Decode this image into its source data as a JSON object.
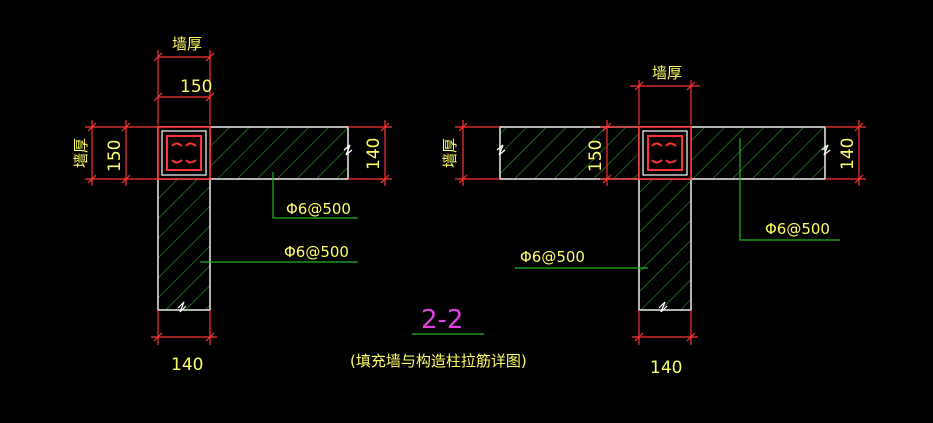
{
  "colors": {
    "background": "#000000",
    "dimension": "#ff3333",
    "wall_outline": "#ffffff",
    "hatch": "#2e9e2e",
    "leader": "#1fb81f",
    "text": "#ffff66",
    "title": "#e040e0",
    "column_rebar": "#ffffff"
  },
  "left_detail": {
    "wall_thickness_label": "墙厚",
    "column_width": "150",
    "side_label": "墙厚",
    "side_dim": "150",
    "right_dim": "140",
    "bottom_dim": "140",
    "rebar_top": "Φ6@500",
    "rebar_bottom": "Φ6@500"
  },
  "right_detail": {
    "wall_thickness_label": "墙厚",
    "side_label": "墙厚",
    "column_dim": "150",
    "right_dim": "140",
    "bottom_dim": "140",
    "rebar_right": "Φ6@500",
    "rebar_left": "Φ6@500"
  },
  "title": {
    "main": "2-2",
    "sub": "(填充墙与构造柱拉筋详图)"
  }
}
